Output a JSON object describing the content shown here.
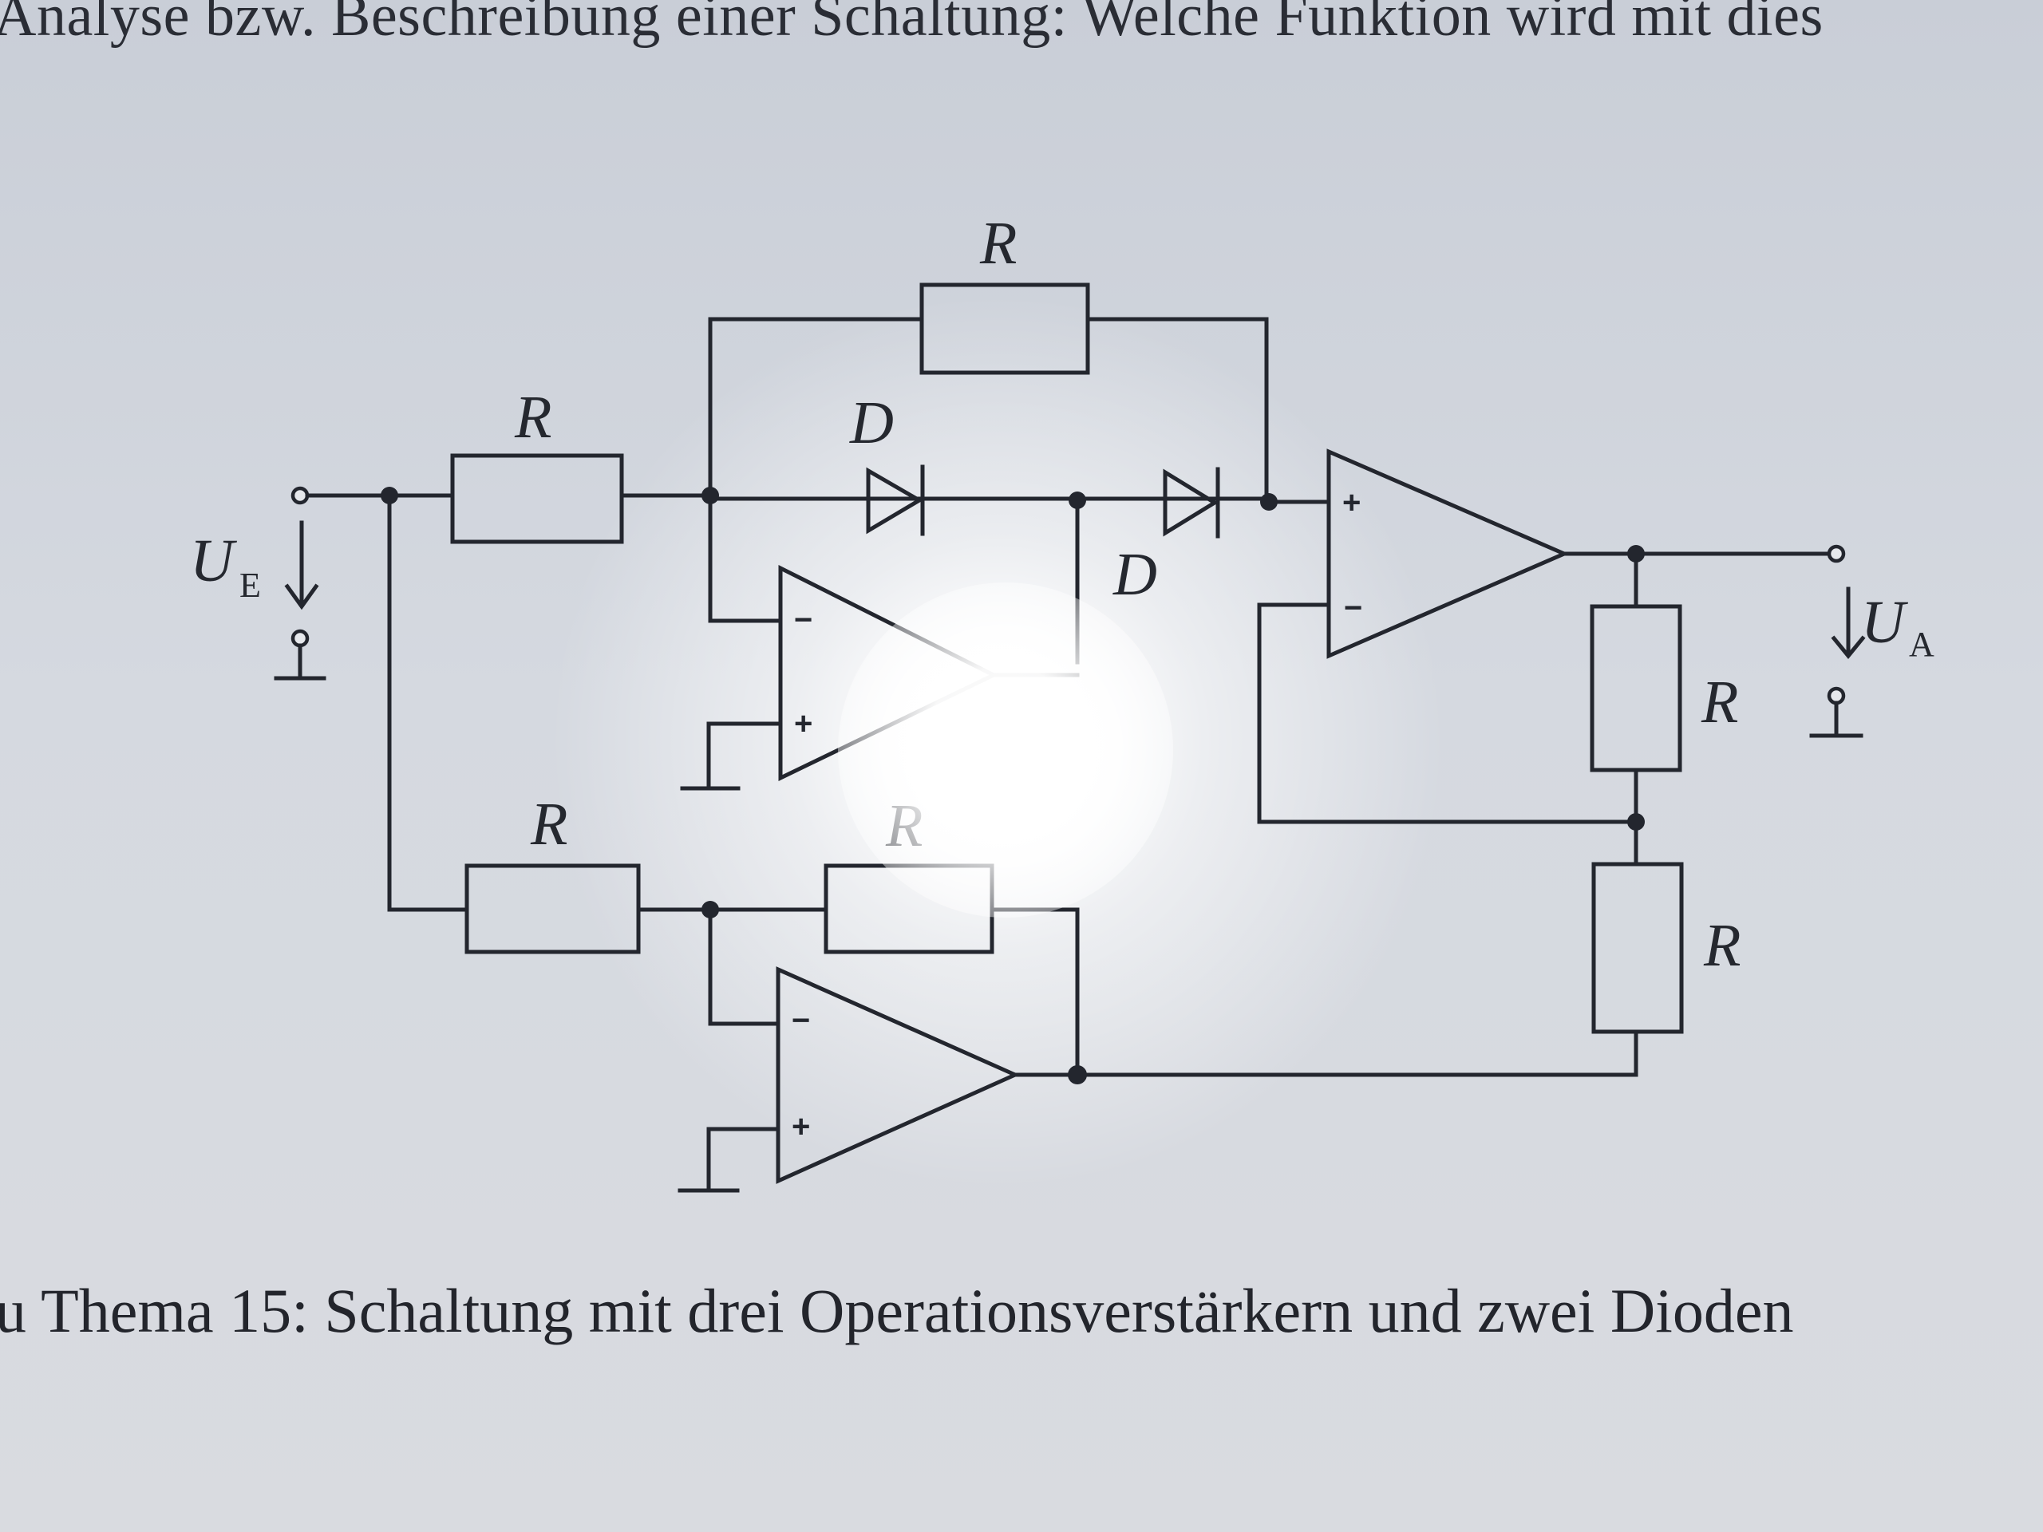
{
  "page": {
    "header_text": "Analyse bzw. Beschreibung einer Schaltung: Welche Funktion wird mit dies",
    "caption": "u Thema 15: Schaltung mit drei Operationsverstärkern und zwei Dioden"
  },
  "circuit": {
    "labels": {
      "r_top": "R",
      "r_input": "R",
      "r_lower_input": "R",
      "r_lower_feedback": "R",
      "r_right_upper": "R",
      "r_right_lower": "R",
      "d_upper": "D",
      "d_lower": "D",
      "ue_main": "U",
      "ue_sub": "E",
      "ua_main": "U",
      "ua_sub": "A"
    },
    "opamp_signs": {
      "minus": "−",
      "plus": "+"
    }
  }
}
